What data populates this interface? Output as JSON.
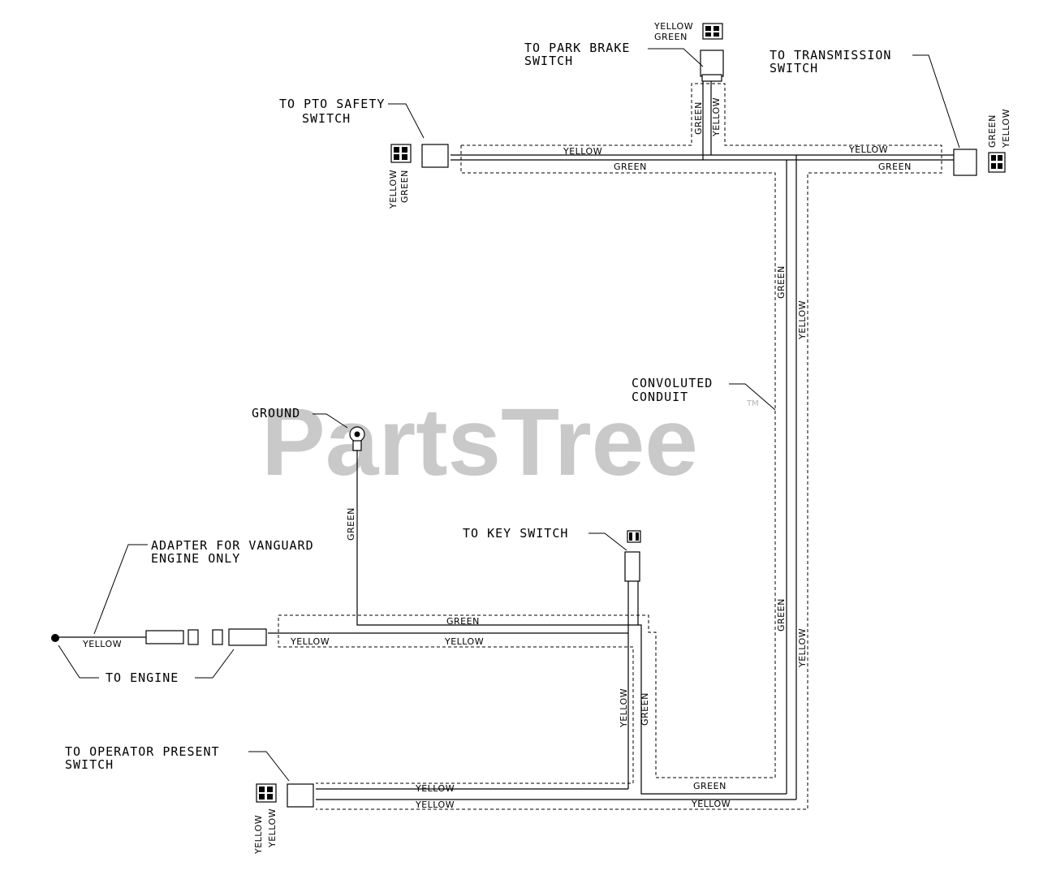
{
  "watermark": {
    "text": "PartsTree",
    "tm": "TM"
  },
  "callouts": {
    "park_brake": [
      "TO PARK BRAKE",
      "SWITCH"
    ],
    "transmission": [
      "TO TRANSMISSION",
      "SWITCH"
    ],
    "pto_safety": [
      "TO PTO SAFETY",
      "SWITCH"
    ],
    "convoluted": [
      "CONVOLUTED",
      "CONDUIT"
    ],
    "ground": "GROUND",
    "key_switch": "TO KEY SWITCH",
    "adapter": [
      "ADAPTER FOR VANGUARD",
      "ENGINE ONLY"
    ],
    "engine": "TO ENGINE",
    "operator": [
      "TO OPERATOR PRESENT",
      "SWITCH"
    ]
  },
  "pin_labels": {
    "park_brake": [
      "YELLOW",
      "GREEN"
    ],
    "transmission": [
      "GREEN",
      "YELLOW"
    ],
    "pto_safety": [
      "YELLOW",
      "GREEN"
    ],
    "operator": [
      "YELLOW",
      "YELLOW"
    ]
  },
  "wire_labels": {
    "top_left_yellow": "YELLOW",
    "top_left_green": "GREEN",
    "top_right_yellow": "YELLOW",
    "top_right_green": "GREEN",
    "park_green": "GREEN",
    "park_yellow": "YELLOW",
    "riser_green": "GREEN",
    "riser_yellow": "YELLOW",
    "riser_green_low": "GREEN",
    "riser_yellow_low": "YELLOW",
    "ground_green": "GREEN",
    "mid_green": "GREEN",
    "mid_yellow_left": "YELLOW",
    "mid_yellow_right": "YELLOW",
    "adapter_yellow": "YELLOW",
    "key_yellow": "YELLOW",
    "key_green": "GREEN",
    "bottom_yellow_1": "YELLOW",
    "bottom_green": "GREEN",
    "bottom_yellow_2": "YELLOW",
    "bottom_yellow_3": "YELLOW"
  }
}
